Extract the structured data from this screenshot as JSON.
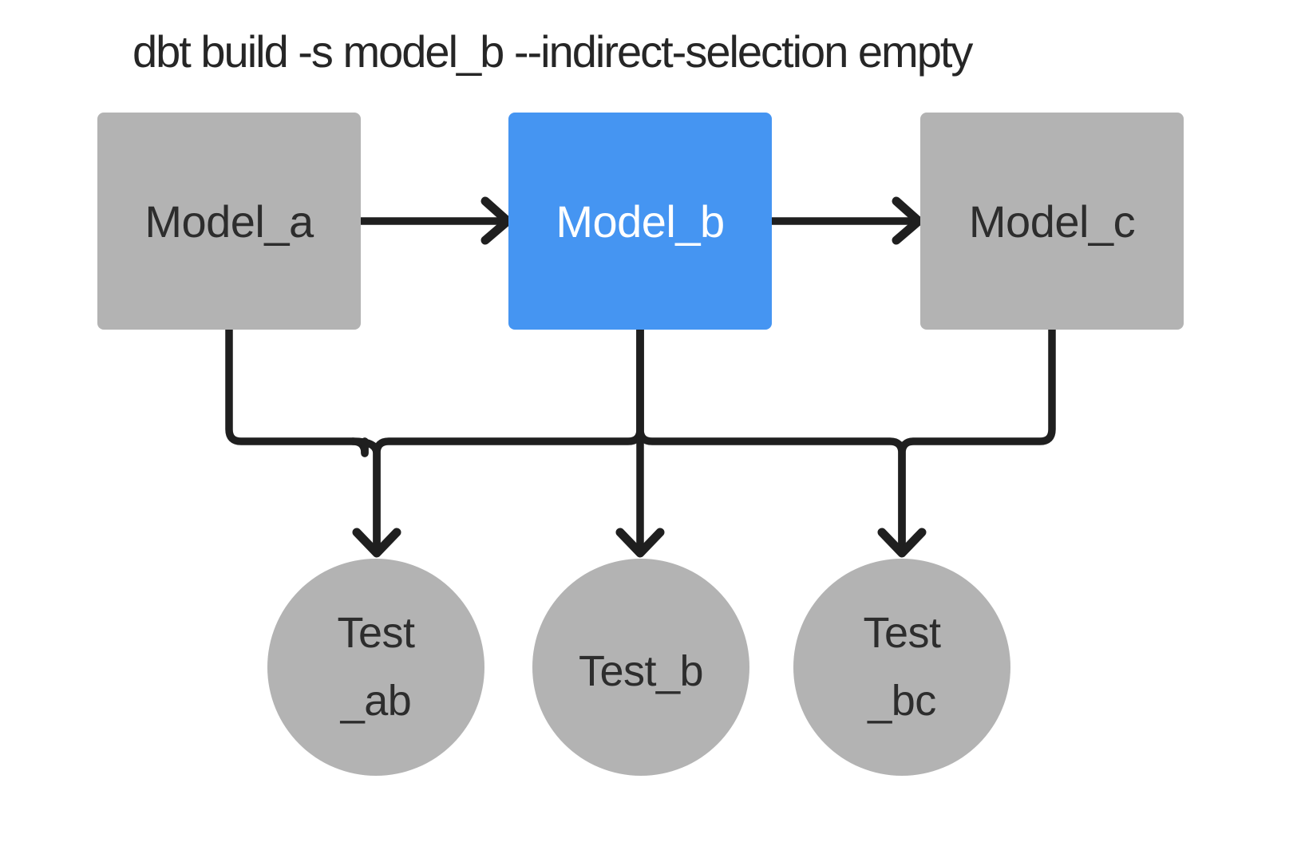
{
  "title": "dbt build -s model_b --indirect-selection empty",
  "nodes": {
    "model_a": {
      "label": "Model_a",
      "type": "model",
      "selected": false
    },
    "model_b": {
      "label": "Model_b",
      "type": "model",
      "selected": true
    },
    "model_c": {
      "label": "Model_c",
      "type": "model",
      "selected": false
    },
    "test_ab": {
      "line1": "Test",
      "line2": "_ab",
      "type": "test",
      "selected": false
    },
    "test_b": {
      "label": "Test_b",
      "type": "test",
      "selected": false
    },
    "test_bc": {
      "line1": "Test",
      "line2": "_bc",
      "type": "test",
      "selected": false
    }
  },
  "edges": [
    {
      "from": "model_a",
      "to": "model_b"
    },
    {
      "from": "model_b",
      "to": "model_c"
    },
    {
      "from": "model_a",
      "to": "test_ab"
    },
    {
      "from": "model_b",
      "to": "test_ab"
    },
    {
      "from": "model_b",
      "to": "test_b"
    },
    {
      "from": "model_b",
      "to": "test_bc"
    },
    {
      "from": "model_c",
      "to": "test_bc"
    }
  ],
  "colors": {
    "selected_fill": "#4595f2",
    "unselected_fill": "#b3b3b3",
    "edge_stroke": "#1f1f1f",
    "title_text": "#262626",
    "node_text": "#2d2d2d",
    "selected_text": "#ffffff",
    "background": "#ffffff"
  }
}
